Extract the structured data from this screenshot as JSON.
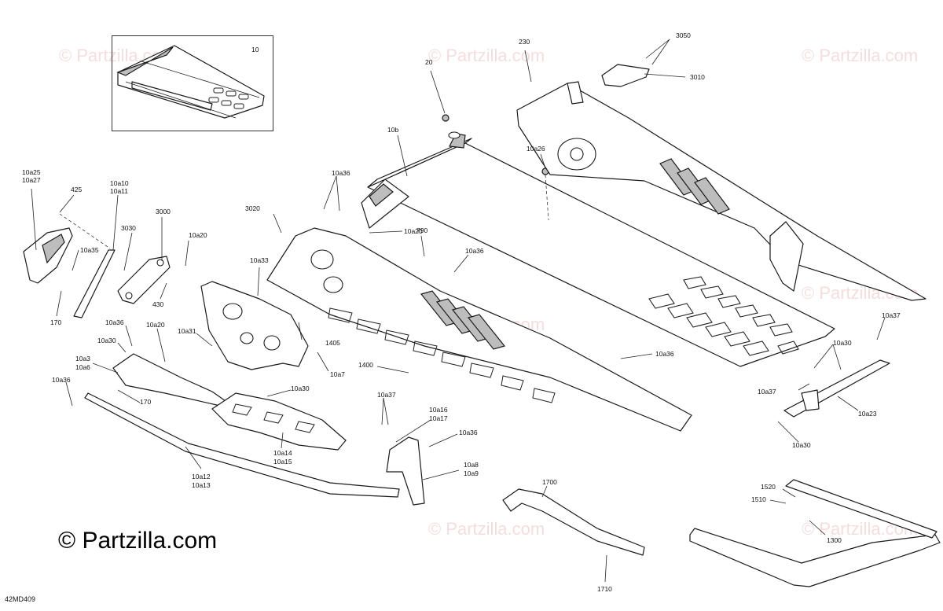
{
  "diagram_code": "42MD409",
  "logo_text": "© Partzilla.com",
  "watermark_text": "© Partzilla.com",
  "inset_label": "10",
  "callouts": {
    "c10b": "10b",
    "c20": "20",
    "c230": "230",
    "c3050": "3050",
    "c3010": "3010",
    "c10a26": "10a26",
    "c10a25_27": [
      "10a25",
      "10a27"
    ],
    "c425": "425",
    "c10a10_11": [
      "10a10",
      "10a11"
    ],
    "c3000": "3000",
    "c3030": "3030",
    "c10a20_top": "10a20",
    "c10a35": "10a35",
    "c430": "430",
    "c170_left": "170",
    "c10a36_a": "10a36",
    "c3020": "3020",
    "c10a20_mid": "10a20",
    "c790": "790",
    "c10a33": "10a33",
    "c10a36_b": "10a36",
    "c10a36_c": "10a36",
    "c10a20_low": "10a20",
    "c10a31": "10a31",
    "c10a30_a": "10a30",
    "c10a3_6": [
      "10a3",
      "10a6"
    ],
    "c1405": "1405",
    "c10a7": "10a7",
    "c1400": "1400",
    "c10a36_d": "10a36",
    "c10a37_r": "10a37",
    "c10a30_r": "10a30",
    "c10a37_r2": "10a37",
    "c10a23": "10a23",
    "c10a30_r2": "10a30",
    "c10a36_e": "10a36",
    "c170_low": "170",
    "c10a30_mid": "10a30",
    "c10a37_mid": "10a37",
    "c10a16_17": [
      "10a16",
      "10a17"
    ],
    "c10a36_f": "10a36",
    "c10a8_9": [
      "10a8",
      "10a9"
    ],
    "c10a14_15": [
      "10a14",
      "10a15"
    ],
    "c10a12_13": [
      "10a12",
      "10a13"
    ],
    "c1700": "1700",
    "c1710": "1710",
    "c1520": "1520",
    "c1510": "1510",
    "c1300": "1300"
  }
}
